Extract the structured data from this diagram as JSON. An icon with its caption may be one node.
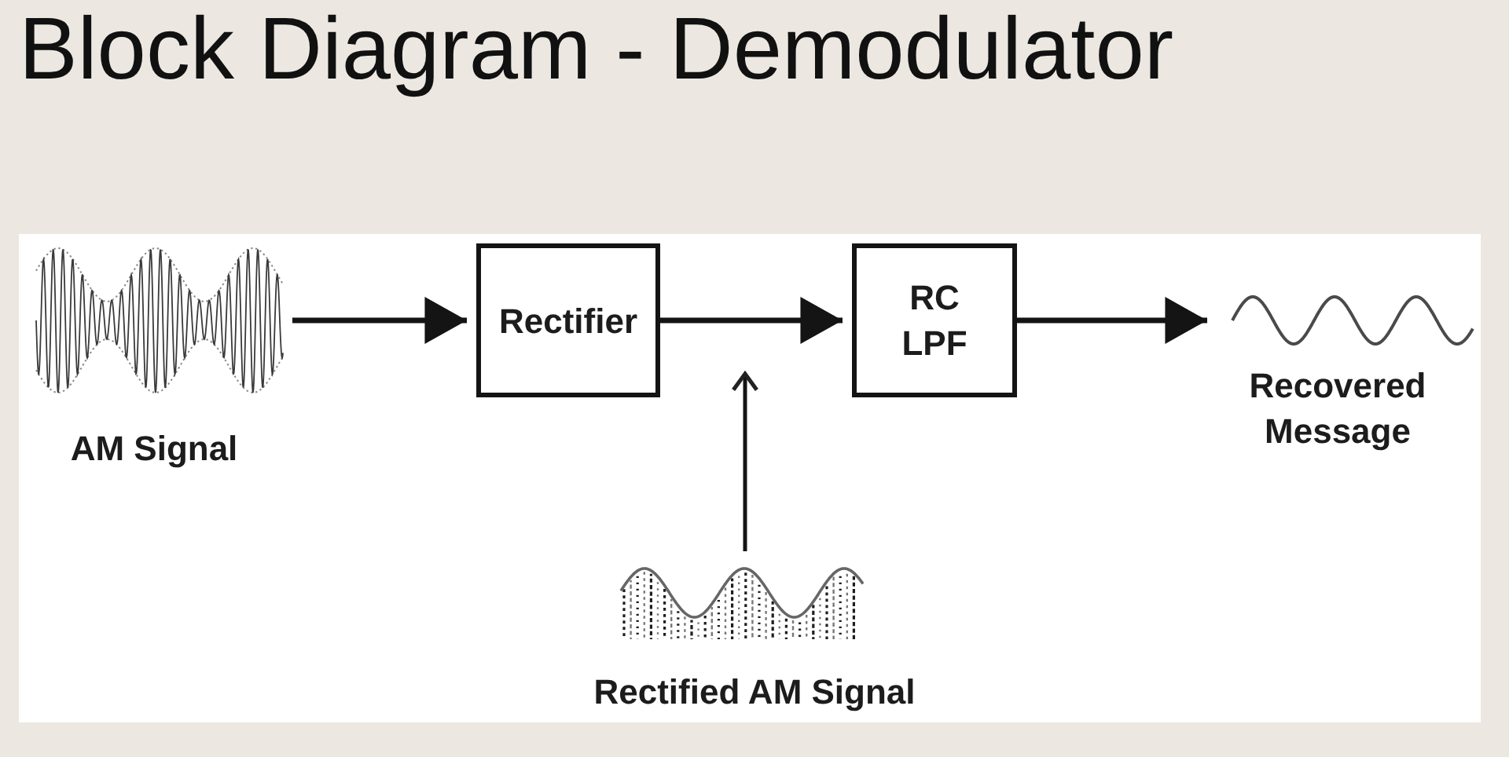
{
  "diagram": {
    "title": "Block Diagram - Demodulator",
    "nodes": [
      {
        "text": [],
        "shape": "picture",
        "beside": [
          "AM Signal"
        ]
      },
      {
        "text": [
          "Rectifier"
        ]
      },
      {
        "text": [
          "RC LPF"
        ]
      },
      {
        "text": [],
        "shape": "picture",
        "beside": [
          "Recovered Message"
        ]
      },
      {
        "text": [],
        "shape": "picture",
        "beside": [
          "Rectified AM Signal"
        ]
      }
    ],
    "edges": [
      {
        "from": 0,
        "to": 1,
        "arrow": "to"
      },
      {
        "from": 1,
        "to": 2,
        "arrow": "to"
      },
      {
        "from": 2,
        "to": 3,
        "arrow": "to"
      },
      {
        "from": 4,
        "to": null,
        "arrow": "to"
      }
    ]
  }
}
